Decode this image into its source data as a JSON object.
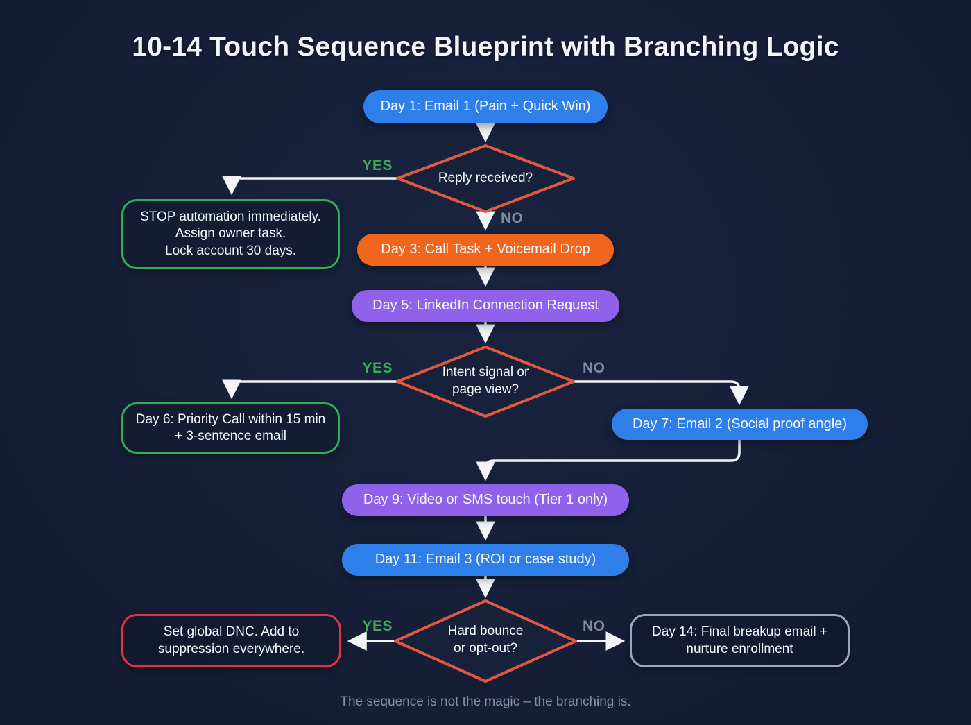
{
  "title": "10-14 Touch Sequence Blueprint with Branching Logic",
  "caption": "The sequence is not the magic – the branching is.",
  "branch_labels": {
    "yes": "YES",
    "no": "NO"
  },
  "nodes": {
    "day1": "Day 1: Email 1 (Pain + Quick Win)",
    "reply_decision": "Reply received?",
    "stop_box": "STOP automation immediately.\nAssign owner task.\nLock account 30 days.",
    "day3": "Day 3: Call Task + Voicemail Drop",
    "day5": "Day 5: LinkedIn Connection Request",
    "intent_decision": "Intent signal or\npage view?",
    "day6": "Day 6: Priority Call within 15 min\n+ 3-sentence email",
    "day7": "Day 7: Email 2 (Social proof angle)",
    "day9": "Day 9: Video or SMS touch (Tier 1 only)",
    "day11": "Day 11: Email 3 (ROI or case study)",
    "bounce_decision": "Hard bounce\nor opt-out?",
    "dnc_box": "Set global DNC. Add to\nsuppression everywhere.",
    "day14": "Day 14: Final breakup email +\nnurture enrollment"
  },
  "colors": {
    "background": "#161f37",
    "pill_blue": "#2e7fe9",
    "pill_orange": "#f0661d",
    "pill_purple": "#9061ea",
    "diamond_border": "#e0583f",
    "green_border": "#2fae57",
    "red_border": "#e1344a",
    "slate_border": "#97a9bf",
    "yes_label": "#3bab57",
    "no_label": "#7d8ca3",
    "connector": "#f2f4f7"
  }
}
